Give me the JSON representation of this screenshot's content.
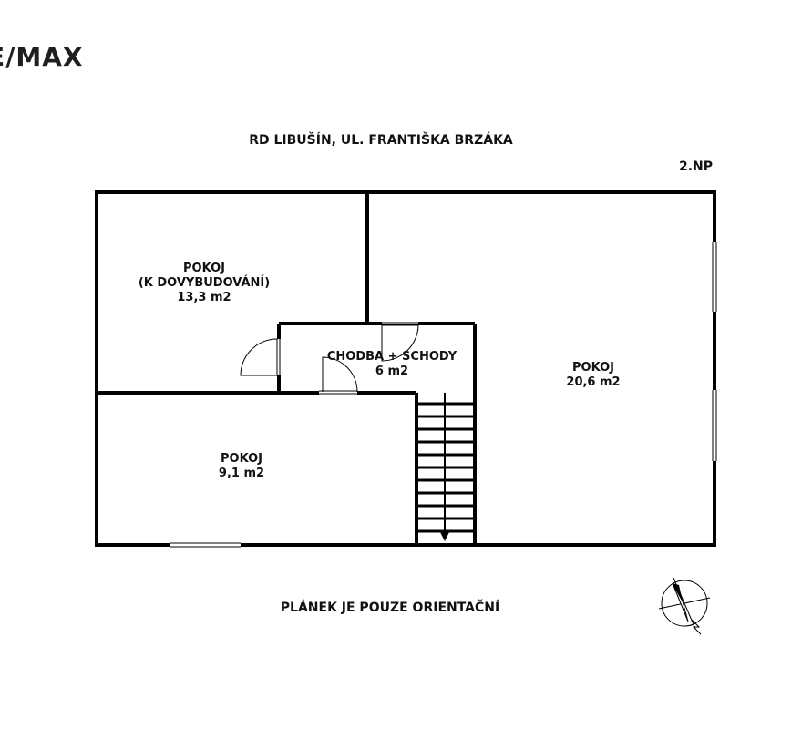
{
  "logo": {
    "text": "E/MAX"
  },
  "title": "RD LIBUŠÍN, UL. FRANTIŠKA BRZÁKA",
  "floor": "2.NP",
  "rooms": [
    {
      "name": "POKOJ",
      "sub": "(K DOVYBUDOVÁNÍ)",
      "area": "13,3 m2"
    },
    {
      "name": "CHODBA + SCHODY",
      "area": "6 m2"
    },
    {
      "name": "POKOJ",
      "area": "20,6 m2"
    },
    {
      "name": "POKOJ",
      "area": "9,1 m2"
    }
  ],
  "note": "PLÁNEK JE POUZE ORIENTAČNÍ",
  "compass": {
    "icon": "north-arrow-icon"
  },
  "colors": {
    "wall": "#000000",
    "background": "#ffffff"
  }
}
